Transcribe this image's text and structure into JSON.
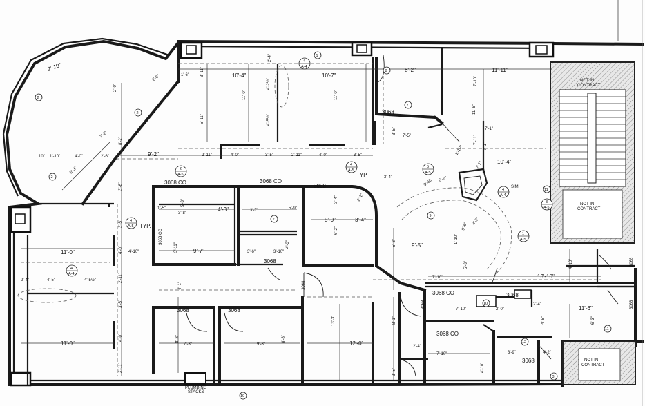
{
  "dimensions": {
    "d1": "2'-10\"",
    "d2": "2'-6\"",
    "d3": "2'-0\"",
    "d4": "1'-6\"",
    "d5": "3'-11\"",
    "d6": "10'-4\"",
    "d7": "2'-4\"",
    "d8": "10'-7\"",
    "d9": "8'-2\"",
    "d10": "11'-11\"",
    "d11": "7'-10\"",
    "d12": "11'-0\"",
    "d13": "4'-2½\"",
    "d14": "11'-0\"",
    "d15": "5'-11\"",
    "d16": "4'-5½\"",
    "d17": "7'-5\"",
    "d18": "3'-5\"",
    "d19": "7'-2\"",
    "d20": "8'-2\"",
    "d21": "10\"",
    "d22": "1'-10\"",
    "d23": "4'-0\"",
    "d24": "2'-6\"",
    "d25": "9'-2\"",
    "d26": "2'-11\"",
    "d27": "4'-0\"",
    "d28": "3'-5\"",
    "d29": "2'-11\"",
    "d30": "4'-0\"",
    "d31": "3'-5\"",
    "d32": "3'-4\"",
    "d33": "6'-5\"",
    "d34": "10'-4\"",
    "d35": "7'-1\"",
    "d36": "5'-3\"",
    "d37": "3'-6\"",
    "d38": "1'-5\"",
    "d39": "3'-8\"",
    "d40": "4'-3\"",
    "d41": "5'-3\"",
    "d42": "3'-7\"",
    "d43": "5'-9\"",
    "d44": "3'-4\"",
    "d45": "6'-2\"",
    "d46": "5'-0\"",
    "d47": "3'-4\"",
    "d48": "3'-5\"",
    "d49": "4'-0\"",
    "d50": "4'-10\"",
    "d51": "3'-11\"",
    "d52": "9'-7\"",
    "d53": "3'-6\"",
    "d54": "3'-10\"",
    "d55": "4'-3\"",
    "d56": "5'-3\"",
    "d57": "9'-5\"",
    "d58": "1'-10\"",
    "d59": "11'-0\"",
    "d60": "4'-10\"",
    "d61": "2'-4\"",
    "d62": "4'-5\"",
    "d63": "4'-5½\"",
    "d64": "2'-11\"",
    "d65": "3'-5\"",
    "d66": "4'-0\"",
    "d67": "11'-0\"",
    "d68": "2'-11\"",
    "d69": "4'-1\"",
    "d70": "8'-8\"",
    "d71": "7'-3\"",
    "d72": "9'-8\"",
    "d73": "8'-8\"",
    "d74": "13'-3\"",
    "d75": "12'-0\"",
    "d76": "8'-1\"",
    "d77": "7'-10\"",
    "d78": "13'-10\"",
    "d79": "11'-6\"",
    "d80": "7'-10\"",
    "d81": "2'-0\"",
    "d82": "2'-4\"",
    "d83": "4'-5\"",
    "d84": "6'-3\"",
    "d85": "2'-4\"",
    "d86": "7'-10\"",
    "d87": "3'-9\"",
    "d88": "4'-2\"",
    "d89": "4'-10\"",
    "d90": "5'-3\"",
    "d91": "3'-5\"",
    "d92": "7'-11\"",
    "d93": "11'-6\"",
    "d94": "9'-6\"",
    "d95": "3'-3\"",
    "d96": "2'-1\"",
    "d97": "1'-10\"",
    "d98": "7'-1\"",
    "d99": "2'-1\""
  },
  "doors": {
    "door1": "3068",
    "door2": "3068 CO",
    "door3": "3068 CO",
    "door4": "3068",
    "door5": "3068",
    "door6": "3068 CO",
    "door7": "3068",
    "door8": "3068",
    "door9": "3068",
    "door10": "3068 CO",
    "door11": "3068",
    "door12": "3068",
    "door13": "3068",
    "door14": "3068 CO",
    "door15": "3068",
    "door16": "3068",
    "door17": "3068"
  },
  "notes": {
    "typ1": "TYP.",
    "typ2": "TYP.",
    "sim": "SIM.",
    "plumbing": "PLUMBING",
    "stacks": "STACKS",
    "not_in_contract_1a": "NOT IN",
    "not_in_contract_1b": "CONTRACT",
    "not_in_contract_2a": "NOT IN",
    "not_in_contract_2b": "CONTRACT",
    "not_in_contract_3a": "NOT IN",
    "not_in_contract_3b": "CONTRACT"
  },
  "tags": {
    "t1": "2",
    "t2": "2",
    "t3": "2",
    "t4": "2",
    "t5": "7",
    "t6": "8",
    "t7": "9",
    "t8": "11",
    "t9": "11",
    "t10": "12",
    "t11": "10",
    "t12": "10",
    "t13": "3",
    "t14": "1"
  },
  "section_marks": {
    "s1_num": "4",
    "s1_sheet": "A-4",
    "s2_num": "2",
    "s2_sheet": "A-5",
    "s3_num": "4",
    "s3_sheet": "A-5",
    "s4_num": "5",
    "s4_sheet": "A-5",
    "s5_num": "4",
    "s5_sheet": "A-4",
    "s6_num": "1",
    "s6_sheet": "A-5",
    "s7_num": "4",
    "s7_sheet": "A-5",
    "s8_num": "4",
    "s8_sheet": "A-4",
    "s9_num": "3",
    "s9_sheet": "A-5"
  }
}
